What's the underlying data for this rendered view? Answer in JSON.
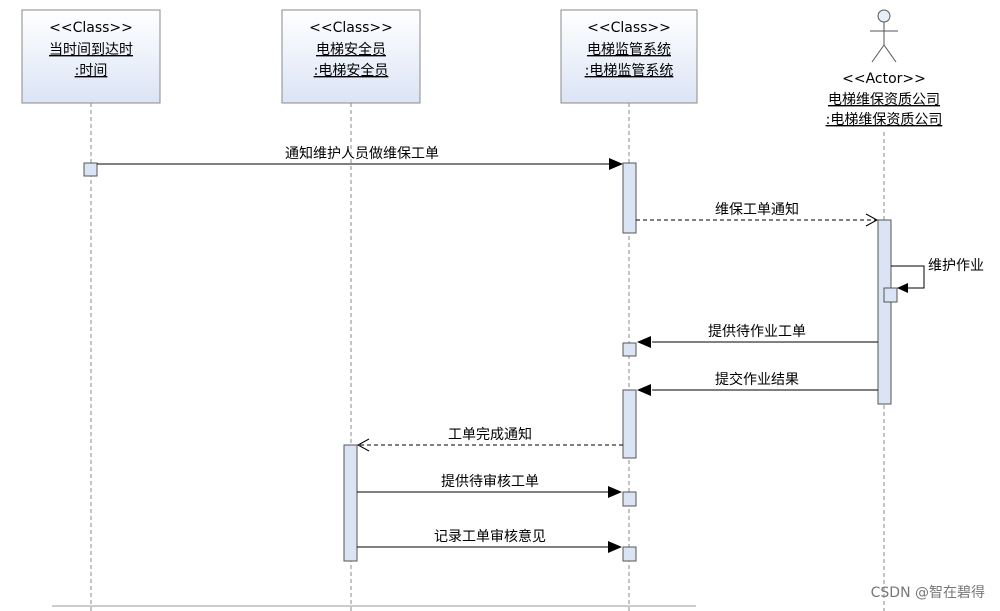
{
  "participants": [
    {
      "stereotype": "<<Class>>",
      "name": "当时间到达时",
      "instance": ":时间"
    },
    {
      "stereotype": "<<Class>>",
      "name": "电梯安全员",
      "instance": ":电梯安全员"
    },
    {
      "stereotype": "<<Class>>",
      "name": "电梯监管系统",
      "instance": ":电梯监管系统"
    },
    {
      "stereotype": "<<Actor>>",
      "name": "电梯维保资质公司",
      "instance": ":电梯维保资质公司"
    }
  ],
  "messages": [
    {
      "label": "通知维护人员做维保工单",
      "from": 0,
      "to": 2,
      "style": "sync"
    },
    {
      "label": "维保工单通知",
      "from": 2,
      "to": 3,
      "style": "reply"
    },
    {
      "label": "维护作业",
      "from": 3,
      "to": 3,
      "style": "self"
    },
    {
      "label": "提供待作业工单",
      "from": 3,
      "to": 2,
      "style": "sync"
    },
    {
      "label": "提交作业结果",
      "from": 3,
      "to": 2,
      "style": "sync"
    },
    {
      "label": "工单完成通知",
      "from": 2,
      "to": 1,
      "style": "reply"
    },
    {
      "label": "提供待审核工单",
      "from": 1,
      "to": 2,
      "style": "sync"
    },
    {
      "label": "记录工单审核意见",
      "from": 1,
      "to": 2,
      "style": "sync"
    }
  ],
  "watermark": "CSDN @智在碧得",
  "colors": {
    "box_fill": "#dfe7f6",
    "box_stroke": "#8a8a8a",
    "line": "#000000"
  }
}
